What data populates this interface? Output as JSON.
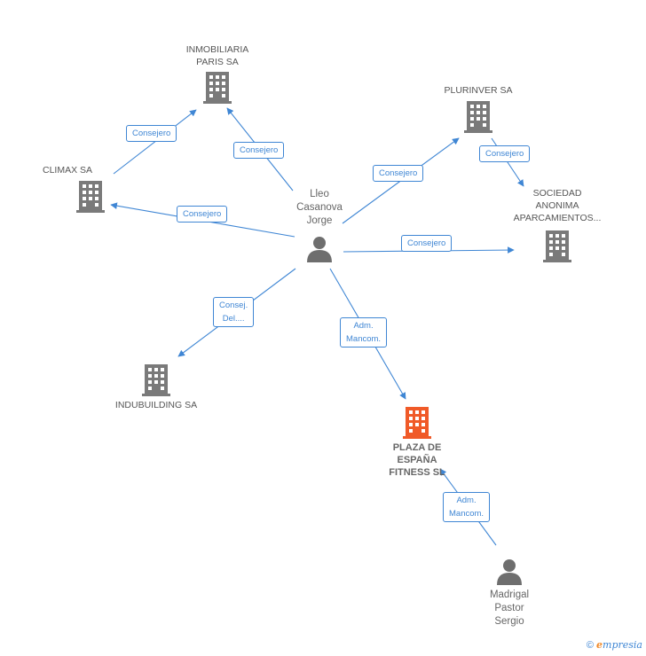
{
  "colors": {
    "edge": "#3f86d4",
    "company": "#7a7a7a",
    "focus_company": "#f05a28",
    "person": "#6e6e6e"
  },
  "nodes": {
    "inmobiliaria": {
      "label": "INMOBILIARIA\nPARIS SA",
      "icon": "building-icon"
    },
    "plurinver": {
      "label": "PLURINVER SA",
      "icon": "building-icon"
    },
    "climax": {
      "label": "CLIMAX SA",
      "icon": "building-icon"
    },
    "sociedad": {
      "label": "SOCIEDAD\nANONIMA\nAPARCAMIENTOS...",
      "icon": "building-icon"
    },
    "indubuilding": {
      "label": "INDUBUILDING SA",
      "icon": "building-icon"
    },
    "plaza": {
      "label": "PLAZA DE\nESPAÑA\nFITNESS SL",
      "icon": "building-icon"
    },
    "lleo": {
      "label": "Lleo\nCasanova\nJorge",
      "icon": "person-icon"
    },
    "madrigal": {
      "label": "Madrigal\nPastor\nSergio",
      "icon": "person-icon"
    }
  },
  "edges": {
    "climax_inmobiliaria": "Consejero",
    "lleo_inmobiliaria": "Consejero",
    "lleo_plurinver": "Consejero",
    "plurinver_sociedad": "Consejero",
    "lleo_climax": "Consejero",
    "lleo_sociedad": "Consejero",
    "lleo_indubuilding": "Consej.\nDel....",
    "lleo_plaza": "Adm.\nMancom.",
    "madrigal_plaza": "Adm.\nMancom."
  },
  "footer": {
    "copyright": "©",
    "brand_initial": "e",
    "brand_rest": "mpresia"
  }
}
